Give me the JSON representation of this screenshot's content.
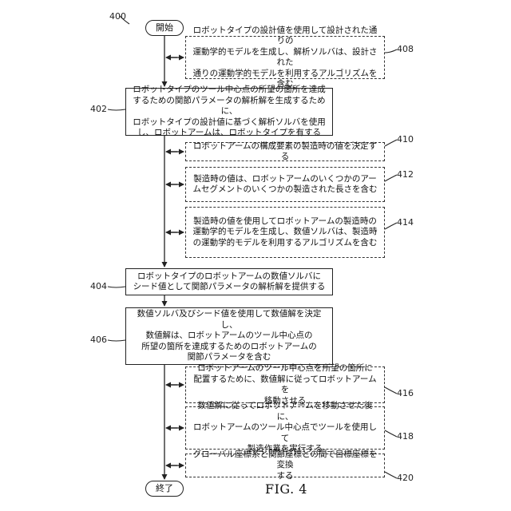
{
  "figure": {
    "number": "400",
    "caption": "FIG. 4"
  },
  "start": {
    "label": "開始"
  },
  "end": {
    "label": "終了"
  },
  "steps": [
    {
      "ref": "408",
      "style": "dashed",
      "text": "ロボットタイプの設計値を使用して設計された通りの\n運動学的モデルを生成し、解析ソルバは、設計された\n通りの運動学的モデルを利用するアルゴリズムを含む"
    },
    {
      "ref": "402",
      "style": "solid",
      "text": "ロボットタイプのツール中心点の所望の箇所を達成\nするための関節パラメータの解析解を生成するために、\nロボットタイプの設計値に基づく解析ソルバを使用\nし、ロボットアームは、ロボットタイプを有する"
    },
    {
      "ref": "410",
      "style": "dashed",
      "text": "ロボットアームの構成要素の製造時の値を決定する"
    },
    {
      "ref": "412",
      "style": "dashed",
      "text": "製造時の値は、ロボットアームのいくつかのアー\nムセグメントのいくつかの製造された長さを含む"
    },
    {
      "ref": "414",
      "style": "dashed",
      "text": "製造時の値を使用してロボットアームの製造時の\n運動学的モデルを生成し、数値ソルバは、製造時\nの運動学的モデルを利用するアルゴリズムを含む"
    },
    {
      "ref": "404",
      "style": "solid",
      "text": "ロボットタイプのロボットアームの数値ソルバに\nシード値として関節パラメータの解析解を提供する"
    },
    {
      "ref": "406",
      "style": "solid",
      "text": "数値ソルバ及びシード値を使用して数値解を決定し、\n数値解は、ロボットアームのツール中心点の\n所望の箇所を達成するためのロボットアームの\n関節パラメータを含む"
    },
    {
      "ref": "416",
      "style": "dashed",
      "text": "ロボットアームのツール中心点を所望の箇所に\n配置するために、数値解に従ってロボットアームを\n移動させる"
    },
    {
      "ref": "418",
      "style": "dashed",
      "text": "数値解に従ってロボットアームを移動させた後に、\nロボットアームのツール中心点でツールを使用して\n製造作業を実行する"
    },
    {
      "ref": "420",
      "style": "dashed",
      "text": "グローバル座標系と関節座標との間で目標座標を変換\nする"
    }
  ]
}
